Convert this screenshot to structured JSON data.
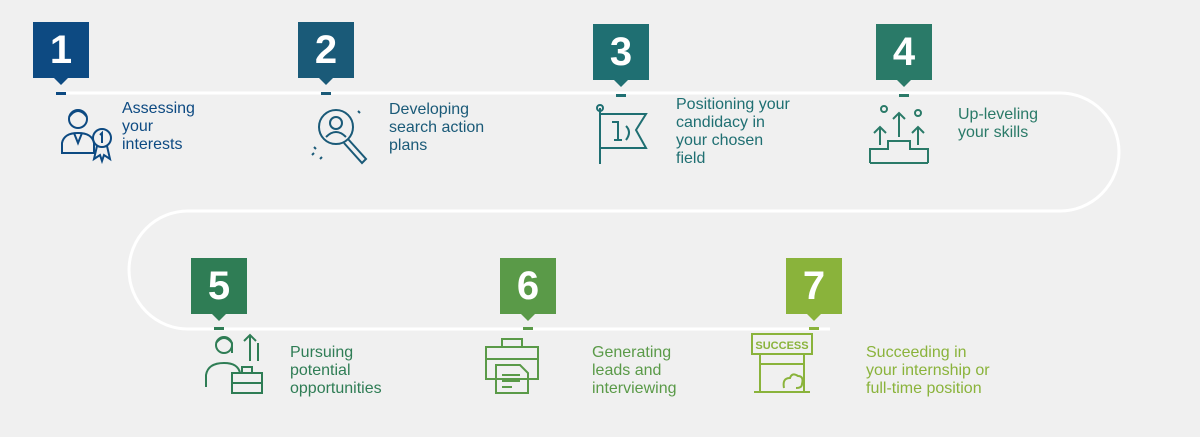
{
  "steps": [
    {
      "number": "1",
      "label": "Assessing\nyour\ninterests",
      "color": "#0d4a82",
      "icon": "person-award-icon"
    },
    {
      "number": "2",
      "label": "Developing\nsearch action\nplans",
      "color": "#1a5a78",
      "icon": "magnifier-person-icon"
    },
    {
      "number": "3",
      "label": "Positioning your\ncandidacy in\nyour chosen\nfield",
      "color": "#1f6f72",
      "icon": "flag-icon"
    },
    {
      "number": "4",
      "label": "Up-leveling\nyour skills",
      "color": "#2a7a68",
      "icon": "arrows-podium-icon"
    },
    {
      "number": "5",
      "label": "Pursuing\npotential\nopportunities",
      "color": "#2f7d55",
      "icon": "person-briefcase-icon"
    },
    {
      "number": "6",
      "label": "Generating\nleads and\ninterviewing",
      "color": "#5a9a48",
      "icon": "briefcase-document-icon"
    },
    {
      "number": "7",
      "label": "Succeeding in\nyour internship or\nfull-time position",
      "color": "#8ab33b",
      "icon": "success-sign-icon",
      "sign_text": "SUCCESS"
    }
  ]
}
